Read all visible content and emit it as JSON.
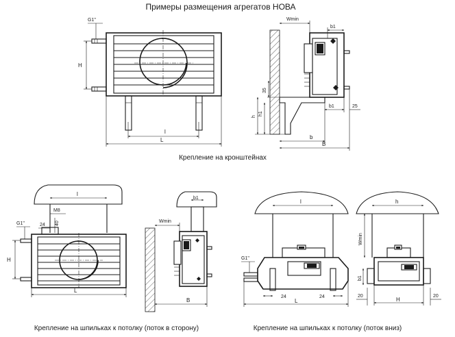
{
  "title": "Примеры размещения агрегатов НОВА",
  "captions": {
    "bracket": "Крепление на кронштейнах",
    "side_flow": "Крепление на шпильках к потолку (поток в сторону)",
    "down_flow": "Крепление на шпильках к потолку (поток вниз)"
  },
  "labels": {
    "g1": "G1\"",
    "H": "H",
    "l": "l",
    "L": "L",
    "wmin": "Wmin",
    "b1": "b1",
    "b": "b",
    "B": "B",
    "h": "h",
    "h1": "h1",
    "d35": "35",
    "d25": "25",
    "m8": "M8",
    "d24": "24",
    "d40": "40",
    "d20": "20"
  }
}
